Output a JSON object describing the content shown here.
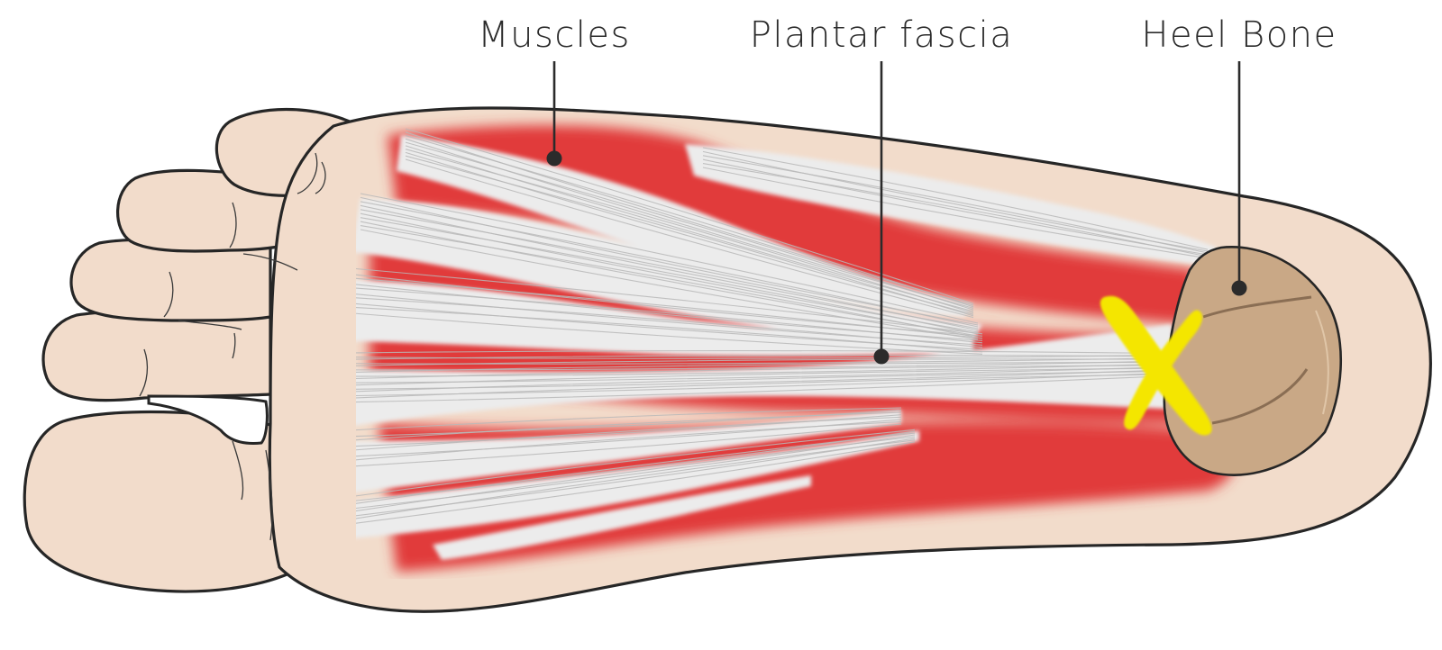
{
  "diagram": {
    "labels": {
      "muscles": "Muscles",
      "plantar_fascia": "Plantar fascia",
      "heel_bone": "Heel Bone"
    },
    "colors": {
      "skin": "#f2dccb",
      "muscle": "#e13a3a",
      "fascia": "#ececec",
      "fascia_fiber": "#b9b9b9",
      "heel_bone": "#c9a886",
      "pain_mark": "#f4e600",
      "outline": "#262626"
    },
    "marks": {
      "pain_marker": "x-mark-icon"
    }
  }
}
